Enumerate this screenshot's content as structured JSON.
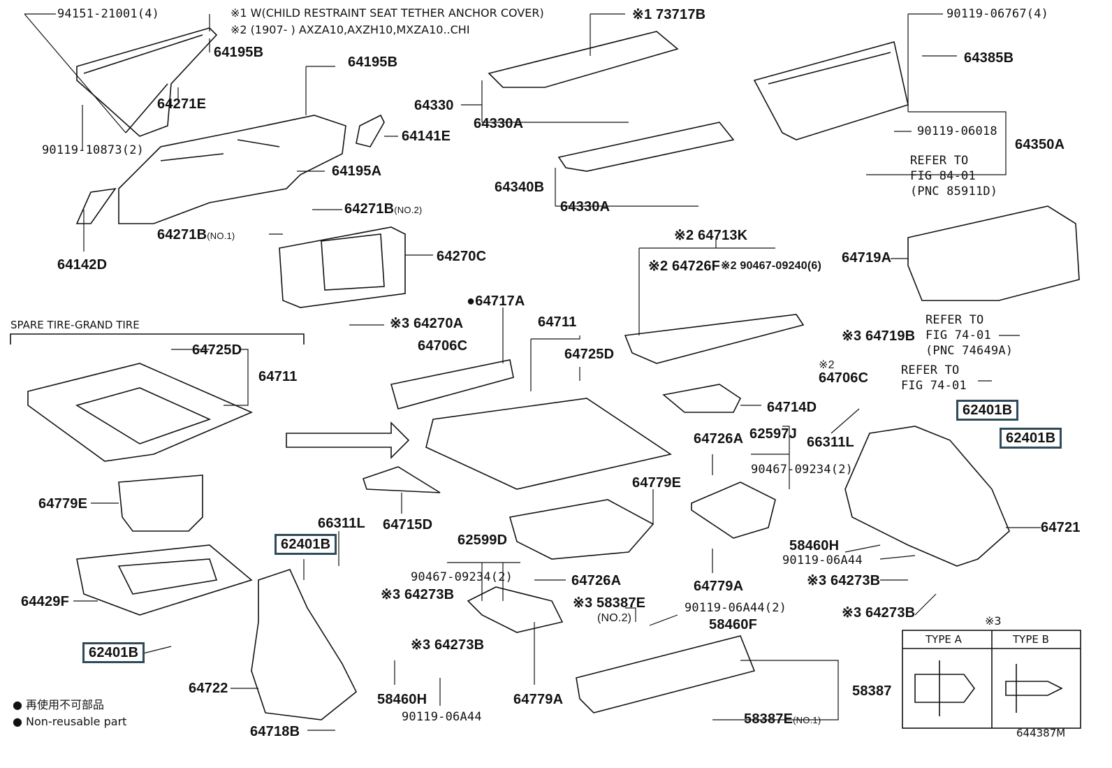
{
  "notes": {
    "note1": "※1 W(CHILD RESTRAINT SEAT TETHER ANCHOR COVER)",
    "note2": "※2 (1907-        ) AXZA10,AXZH10,MXZA10..CHI"
  },
  "section_title": "SPARE TIRE-GRAND TIRE",
  "legend": {
    "line_jp": "● 再使用不可部品",
    "line_en": "● Non-reusable part"
  },
  "figure_code": "644387M",
  "clip_types": {
    "header": "※3",
    "type_a": "TYPE A",
    "type_b": "TYPE B"
  },
  "refs": {
    "ref_84_line1": "REFER TO",
    "ref_84_line2": "FIG 84-01",
    "ref_84_line3": "(PNC 85911D)",
    "ref_74a_line1": "REFER TO",
    "ref_74a_line2": "FIG 74-01",
    "ref_74a_line3": "(PNC 74649A)",
    "ref_74b_line1": "REFER TO",
    "ref_74b_line2": "FIG 74-01"
  },
  "parts": {
    "p94151": "94151-21001(4)",
    "p64195B_a": "64195B",
    "p64195B_b": "64195B",
    "p64271E": "64271E",
    "p90119_10873": "90119-10873(2)",
    "p64141E": "64141E",
    "p64195A": "64195A",
    "p64271B_2": "64271B",
    "p64271B_2_note": "(NO.2)",
    "p64271B_1": "64271B",
    "p64271B_1_note": "(NO.1)",
    "p64142D": "64142D",
    "p64270C": "64270C",
    "p64270A": "※3 64270A",
    "p73717B": "※1 73717B",
    "p64330": "64330",
    "p64330A_a": "64330A",
    "p64340B": "64340B",
    "p64330A_b": "64330A",
    "p90119_06767": "90119-06767(4)",
    "p64385B": "64385B",
    "p90119_06018": "90119-06018",
    "p64350A": "64350A",
    "p64713K": "※2 64713K",
    "p64726F": "※2 64726F",
    "p90467_09240": "※2 90467-09240(6)",
    "p64719A": "64719A",
    "p64719B": "※3 64719B",
    "p64706C_b": "64706C",
    "p64706C_b_mark": "※2",
    "p64714D": "64714D",
    "p64725D_a": "64725D",
    "p64711_a": "64711",
    "p64717A": "●64717A",
    "p64706C_a": "64706C",
    "p64711_b": "64711",
    "p64725D_b": "64725D",
    "p64779E_a": "64779E",
    "p64715D": "64715D",
    "p64429F": "64429F",
    "p62401B_a": "62401B",
    "p62401B_b": "62401B",
    "p62401B_c": "62401B",
    "p62401B_d": "62401B",
    "p66311L_a": "66311L",
    "p66311L_b": "66311L",
    "p64273B_a": "※3 64273B",
    "p64273B_b": "※3 64273B",
    "p64273B_c": "※3 64273B",
    "p64273B_d": "※3 64273B",
    "p64722": "64722",
    "p58460H_a": "58460H",
    "p90119_06A44_a": "90119-06A44",
    "p64718B": "64718B",
    "p62599D": "62599D",
    "p90467_09234_a": "90467-09234(2)",
    "p64726A_a": "64726A",
    "p64779A_a": "64779A",
    "p58387E_2": "※3 58387E",
    "p58387E_2_note": "(NO.2)",
    "p90119_06A44_2": "90119-06A44(2)",
    "p58460F": "58460F",
    "p58387": "58387",
    "p58387E_1": "58387E",
    "p58387E_1_note": "(NO.1)",
    "p64726A_b": "64726A",
    "p62597J": "62597J",
    "p90467_09234_b": "90467-09234(2)",
    "p64779E_b": "64779E",
    "p64779A_b": "64779A",
    "p64721": "64721",
    "p58460H_b": "58460H",
    "p90119_06A44_b": "90119-06A44"
  }
}
